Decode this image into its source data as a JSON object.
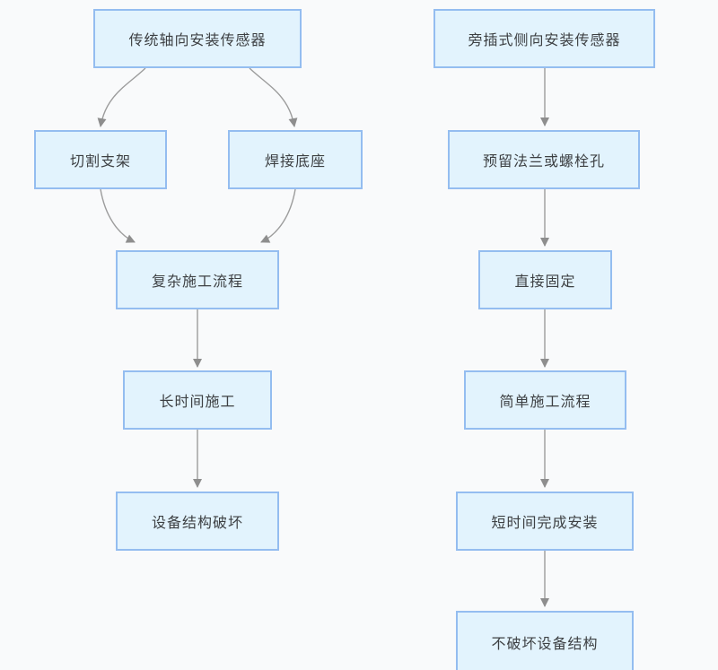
{
  "flowchart": {
    "colors": {
      "background": "#f9fafb",
      "node_fill": "#e2f3fd",
      "node_border": "#94bdf0",
      "node_text": "#3d4043",
      "edge_line": "#9c9c9c",
      "arrowhead": "#8e8e8e"
    },
    "left": {
      "nodes": {
        "trad": {
          "label": "传统轴向安装传感器"
        },
        "cut": {
          "label": "切割支架"
        },
        "weld": {
          "label": "焊接底座"
        },
        "complex": {
          "label": "复杂施工流程"
        },
        "long": {
          "label": "长时间施工"
        },
        "damage": {
          "label": "设备结构破坏"
        }
      },
      "edges": [
        {
          "from": "传统轴向安装传感器",
          "to": "切割支架"
        },
        {
          "from": "传统轴向安装传感器",
          "to": "焊接底座"
        },
        {
          "from": "切割支架",
          "to": "复杂施工流程"
        },
        {
          "from": "焊接底座",
          "to": "复杂施工流程"
        },
        {
          "from": "复杂施工流程",
          "to": "长时间施工"
        },
        {
          "from": "长时间施工",
          "to": "设备结构破坏"
        }
      ]
    },
    "right": {
      "nodes": {
        "side": {
          "label": "旁插式侧向安装传感器"
        },
        "flange": {
          "label": "预留法兰或螺栓孔"
        },
        "fix": {
          "label": "直接固定"
        },
        "simple": {
          "label": "简单施工流程"
        },
        "short": {
          "label": "短时间完成安装"
        },
        "intact": {
          "label": "不破坏设备结构"
        }
      },
      "edges": [
        {
          "from": "旁插式侧向安装传感器",
          "to": "预留法兰或螺栓孔"
        },
        {
          "from": "预留法兰或螺栓孔",
          "to": "直接固定"
        },
        {
          "from": "直接固定",
          "to": "简单施工流程"
        },
        {
          "from": "简单施工流程",
          "to": "短时间完成安装"
        },
        {
          "from": "短时间完成安装",
          "to": "不破坏设备结构"
        }
      ]
    }
  }
}
